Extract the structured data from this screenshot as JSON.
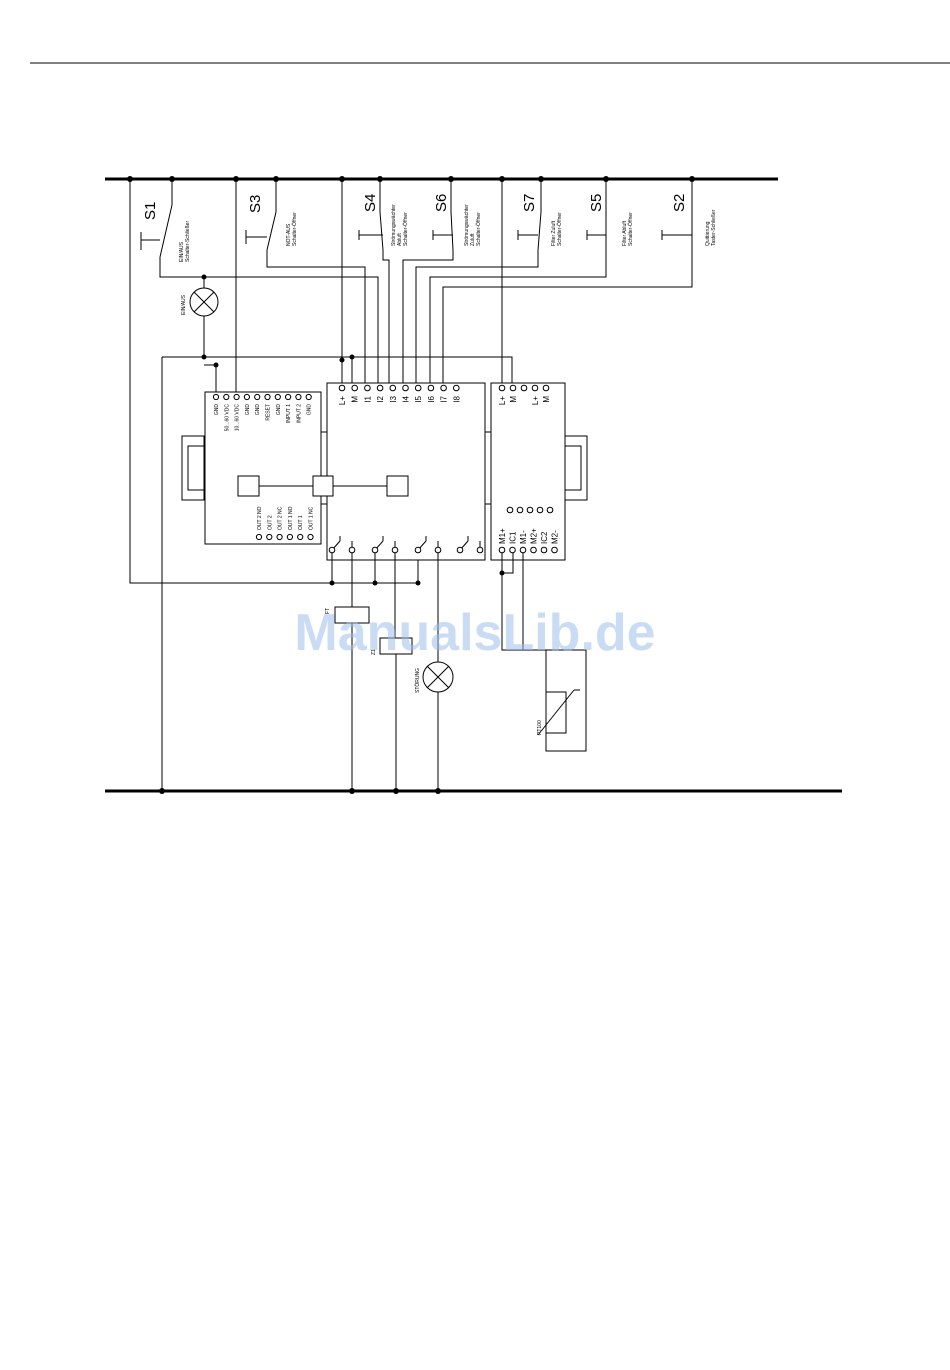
{
  "switches": [
    {
      "id": "S1",
      "desc": [
        "EIN/AUS",
        "Schalter-Schließer"
      ]
    },
    {
      "id": "S3",
      "desc": [
        "NOT-AUS",
        "Schalter-Öffner"
      ]
    },
    {
      "id": "S4",
      "desc": [
        "Strömungswächter",
        "Abluft",
        "Schalter-Öffner"
      ]
    },
    {
      "id": "S6",
      "desc": [
        "Strömungswächter",
        "Zuluft",
        "Schalter-Öffner"
      ]
    },
    {
      "id": "S7",
      "desc": [
        "Filter Zuluft",
        "Schalter-Öffner"
      ]
    },
    {
      "id": "S5",
      "desc": [
        "Filter Abluft",
        "Schalter-Öffner"
      ]
    },
    {
      "id": "S2",
      "desc": [
        "Quittierung",
        "Taster-Schließer"
      ]
    }
  ],
  "lamp_einaus": "EIN/AUS",
  "lamp_stoerung": "STÖRUNG",
  "logo_inputs": [
    "L+",
    "M",
    "I1",
    "I2",
    "I3",
    "I4",
    "I5",
    "I6",
    "I7",
    "I8"
  ],
  "analog_top": [
    "L+",
    "M",
    "",
    "L+",
    "M"
  ],
  "analog_bottom": [
    "M1+",
    "IC1",
    "M1-",
    "M2+",
    "IC2",
    "M2-"
  ],
  "left_module_top": [
    "GND",
    "50...60 VDC",
    "10...60 VDC",
    "GND",
    "GND",
    "RESET",
    "GND",
    "INPUT 1",
    "INPUT 2",
    "GND"
  ],
  "left_module_bottom": [
    "OUT 2 NO",
    "OUT 2",
    "OUT 2 NC",
    "OUT 1 NO",
    "OUT 1",
    "OUT 1 NC"
  ],
  "relay1": "FT",
  "relay2": "Z1",
  "sensor": "PT100",
  "watermark": "ManualsLib.de"
}
